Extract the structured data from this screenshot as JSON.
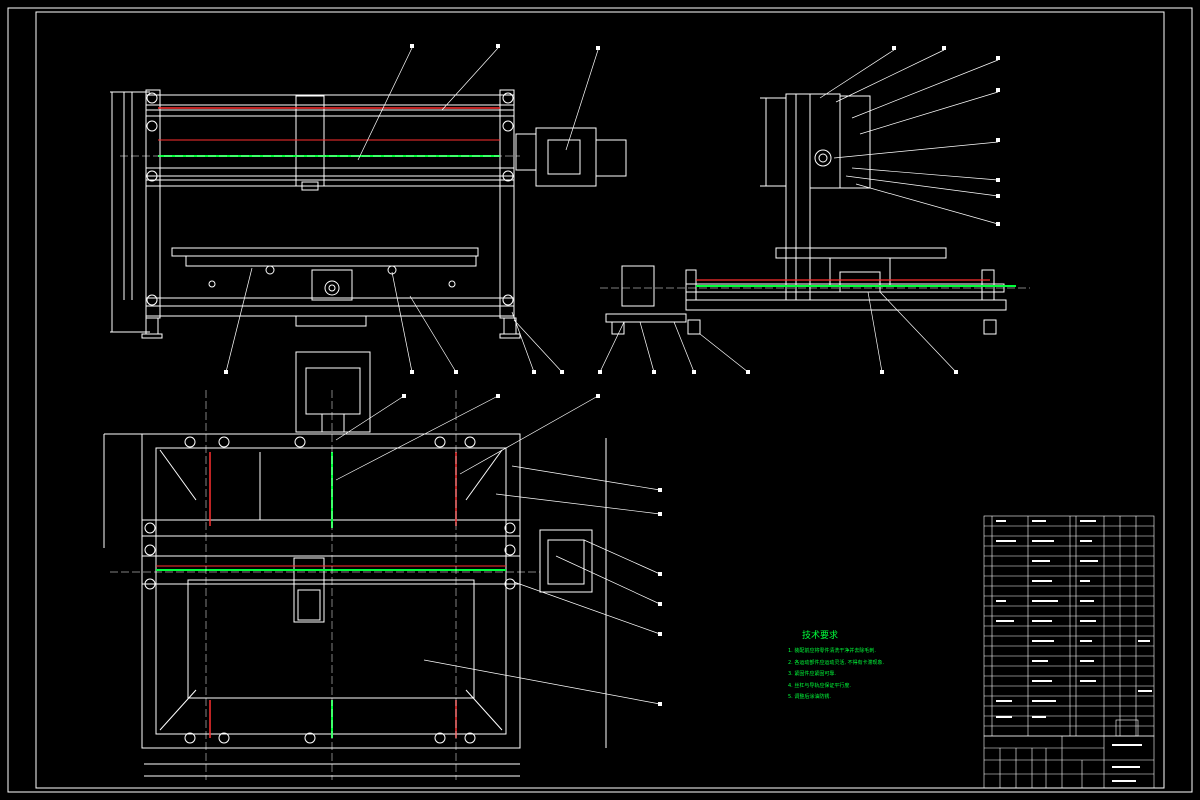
{
  "drawing": {
    "tech_notes_title": "技术要求",
    "tech_notes": [
      "1. 装配前应将零件清洗干净并去除毛刺.",
      "2. 各运动部件应运动灵活, 不得有卡滞现象.",
      "3. 紧固件应紧固可靠.",
      "4. 丝杠与导轨应保证平行度.",
      "5. 调整后涂油防锈."
    ],
    "colors": {
      "background": "#000000",
      "frame_line": "#ffffff",
      "lead_screw": "#00ff3a",
      "guide_rail": "#ff3030",
      "center_line": "#ffffff"
    }
  }
}
